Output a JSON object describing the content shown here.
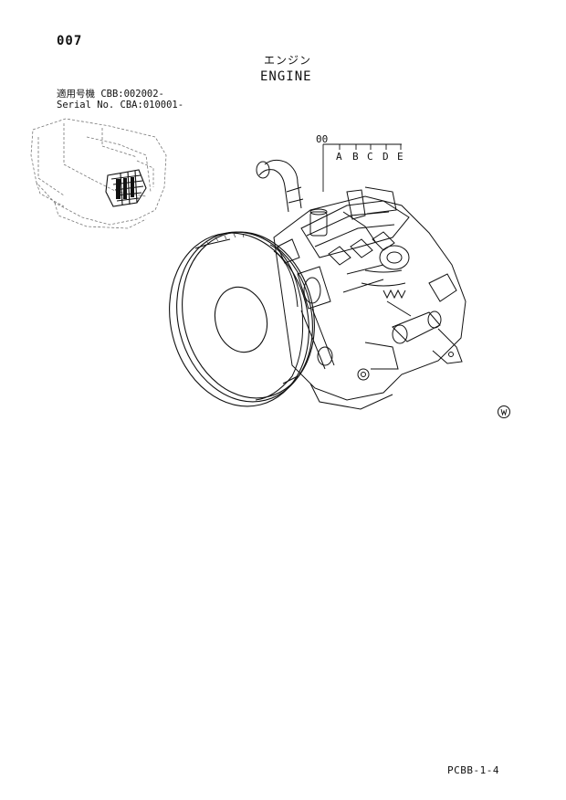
{
  "header": {
    "page_number": "007",
    "title_jp": "エンジン",
    "title_en": "ENGINE"
  },
  "applicability": {
    "line1": "適用号機  CBB:002002-",
    "line2": "Serial No. CBA:010001-"
  },
  "callout": {
    "group": "00",
    "items": [
      "A",
      "B",
      "C",
      "D",
      "E"
    ]
  },
  "corner_mark": "Ⓦ",
  "footer": {
    "code": "PCBB-1-4"
  }
}
